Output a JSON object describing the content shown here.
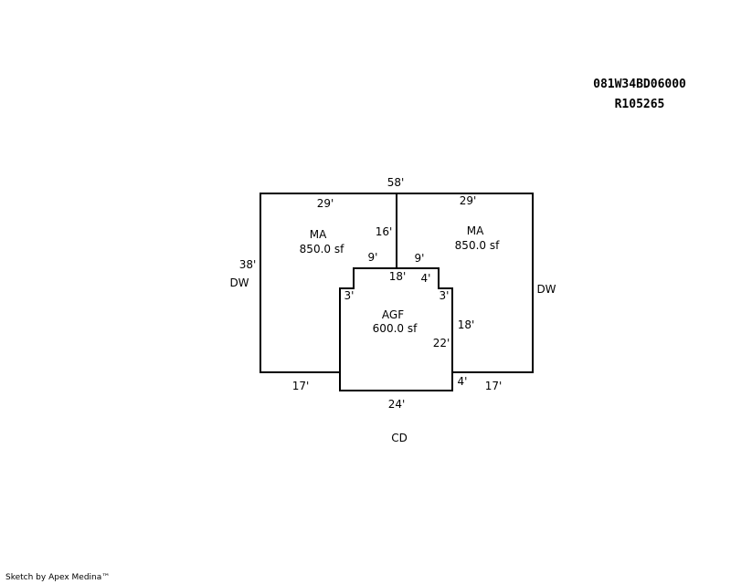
{
  "parcel": {
    "map_id": "081W34BD06000",
    "account": "R105265"
  },
  "areas": [
    {
      "code": "MA",
      "area": "850.0 sf"
    },
    {
      "code": "MA",
      "area": "850.0 sf"
    },
    {
      "code": "AGF",
      "area": "600.0 sf"
    }
  ],
  "dimensions": {
    "top_total": "58'",
    "left_top": "29'",
    "right_top": "29'",
    "divider": "16'",
    "left_height": "38'",
    "notch_left": "9'",
    "notch_right": "9'",
    "agf_top": "18'",
    "agf_step_right": "4'",
    "agf_step_left_v": "3'",
    "agf_step_right_v": "3'",
    "agf_right_upper": "18'",
    "agf_right_lower": "22'",
    "left_bottom": "17'",
    "right_bottom": "17'",
    "agf_bottom_step": "4'",
    "agf_bottom": "24'"
  },
  "labels": {
    "dw_left": "DW",
    "dw_right": "DW",
    "cd": "CD"
  },
  "footer": "Sketch by Apex Medina™"
}
